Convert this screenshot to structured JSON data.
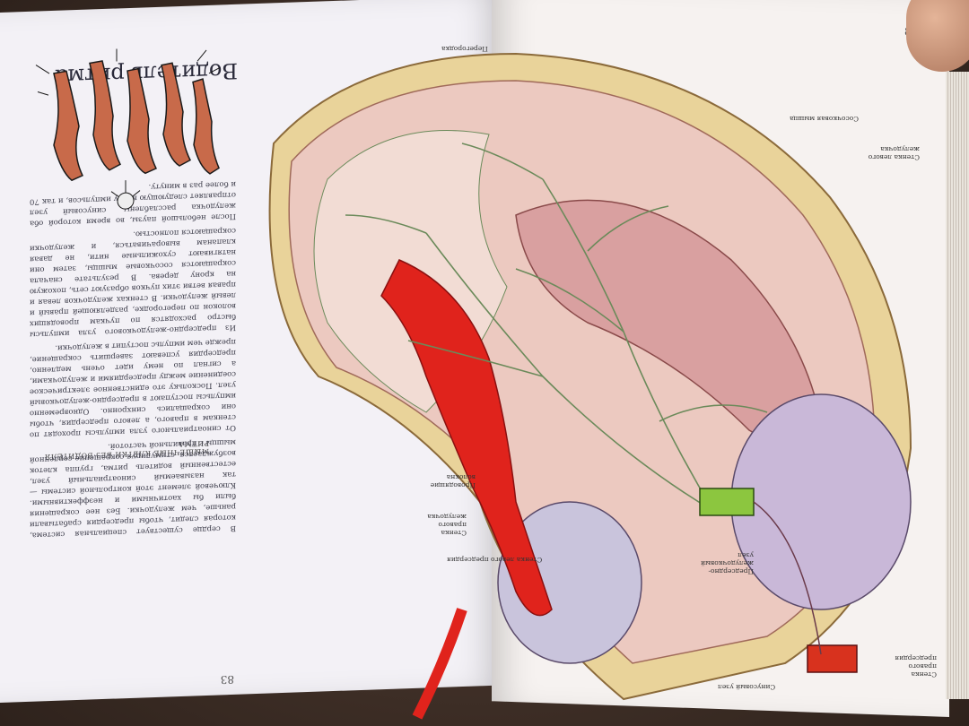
{
  "left_page": {
    "page_number": "83",
    "heading": "Водитель ритма",
    "illustration_caption": "МЫШЕЧНЫЕ КЛЕТКИ БЕЗ ВОДИТЕЛЯ РИТМА",
    "body_paragraphs": [
      "В сердце существует специальная система, которая следит, чтобы предсердия срабатывали раньше, чем желудочки. Без нее сокращения были бы хаотичными и неэффективными. Ключевой элемент этой контрольной системы — так называемый синоатриальный узел, естественный водитель ритма, группа клеток возбуждается, стимулируя сокращение сердечной мышцы с правильной частотой.",
      "От синоатриального узла импульсы проходят по стенкам в правого, а левого предсердия, чтобы они сокращались синхронно. Одновременно импульсы поступают в предсердно-желудочковый узел. Поскольку это единственное электрическое соединение между предсердиями и желудочками, а сигнал по нему идет очень медленно, предсердия успевают завершить сокращение, прежде чем импульс поступит в желудочки.",
      "Из предсердно-желудочкового узла импульсы быстро расходятся по пучкам проводящих волокон по перегородке, разделяющей правый и левый желудочки. В стенках желудочков левая и правая ветви этих пучков образуют сеть, похожую на крону дерева. В результате сначала сокращаются сосочковые мышцы, затем они натягивают сухожильные нити, не давая клапанам выворачиваться, и желудочки сокращаются полностью.",
      "После небольшой паузы, во время которой оба желудочка расслаблены, синусовый узел отправляет следующую волну импульсов, и так 70 и более раз в минуту."
    ]
  },
  "right_page": {
    "page_number": "82",
    "labels": [
      "Перегородка",
      "Сосочковая мышца",
      "Стенка левого желудочка",
      "Проводящие волокна",
      "Стенка правого желудочка",
      "Стенка левого предсердия",
      "Предсердно-желудочковый узел",
      "Синусовый узел",
      "Стенка правого предсердия"
    ]
  },
  "colors": {
    "page": "#f6f2f0",
    "heart_wall": "#e8c9c0",
    "fat_layer": "#e9d39a",
    "blood_red": "#e0231c",
    "node_green": "#8cc63f",
    "node_red": "#d8321e",
    "fibers": "#6b8a5a"
  }
}
